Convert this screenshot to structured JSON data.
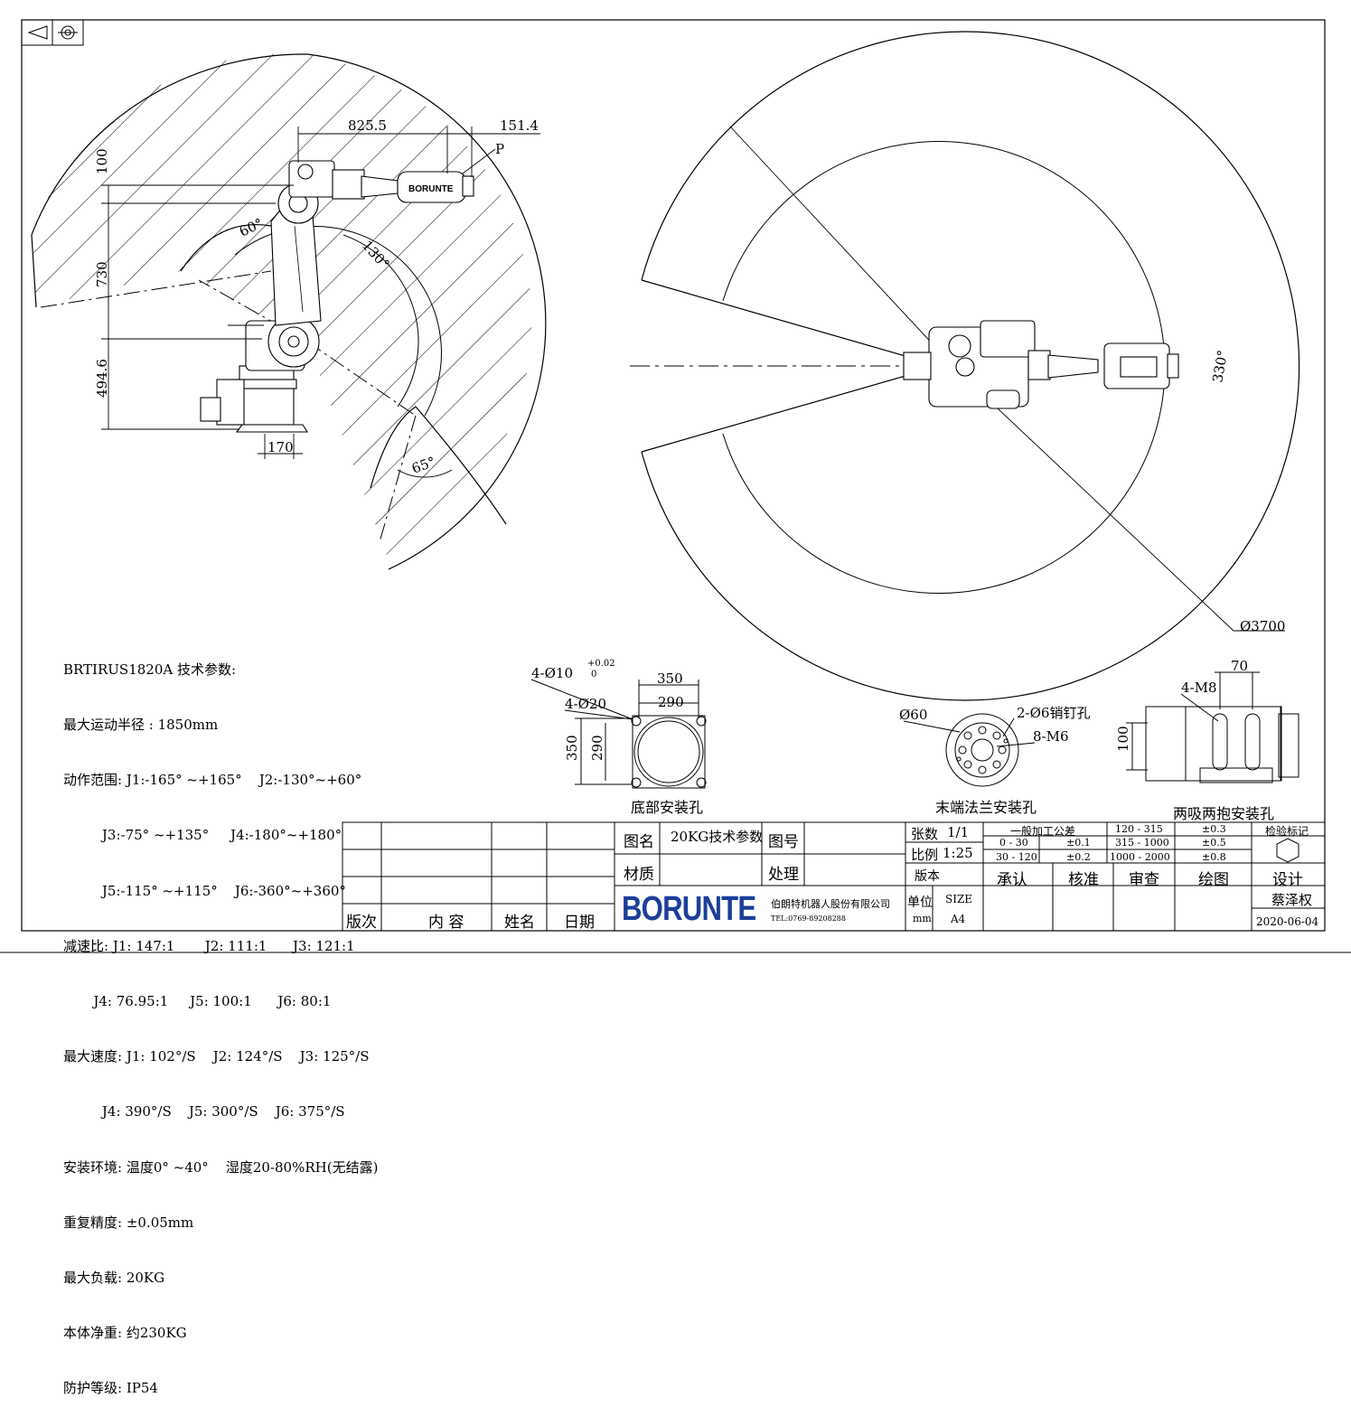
{
  "top_view_dims": {
    "reach_x": "825.5",
    "wrist_x": "151.4",
    "point_label": "P",
    "offset_100": "100",
    "height_730": "730",
    "height_4946": "494.6",
    "base_170": "170",
    "angle_60": "60°",
    "angle_130": "130°",
    "angle_65": "65°"
  },
  "plan_view_dims": {
    "angle_330": "330°",
    "diameter_3700": "Ø3700"
  },
  "specs": {
    "title": "BRTIRUS1820A 技术参数:",
    "lines": [
      "最大运动半径 : 1850mm",
      "动作范围: J1:-165° ~+165°    J2:-130°~+60°",
      "         J3:-75° ~+135°     J4:-180°~+180°",
      "         J5:-115° ~+115°    J6:-360°~+360°",
      "减速比: J1: 147:1       J2: 111:1      J3: 121:1",
      "       J4: 76.95:1     J5: 100:1      J6: 80:1",
      "最大速度: J1: 102°/S    J2: 124°/S    J3: 125°/S",
      "         J4: 390°/S    J5: 300°/S    J6: 375°/S",
      "安装环境: 温度0° ~40°    湿度20-80%RH(无结露)",
      "重复精度: ±0.05mm",
      "最大负载: 20KG",
      "本体净重: 约230KG",
      "防护等级: IP54"
    ]
  },
  "base_mount": {
    "caption": "底部安装孔",
    "hole1": "4-Ø10",
    "hole1_tol_upper": "+0.02",
    "hole1_tol_lower": "0",
    "hole2": "4-Ø20",
    "w350": "350",
    "w290": "290",
    "h350": "350",
    "h290": "290"
  },
  "flange_mount": {
    "caption": "末端法兰安装孔",
    "diameter": "Ø60",
    "pin_holes": "2-Ø6销钉孔",
    "threads": "8-M6"
  },
  "suction_mount": {
    "caption": "两吸两抱安装孔",
    "threads": "4-M8",
    "w70": "70",
    "h100": "100"
  },
  "title_block": {
    "rev_headers": [
      "版次",
      "内 容",
      "姓名",
      "日期"
    ],
    "drawing_name_label": "图名",
    "drawing_name": "20KG技术参数",
    "drawing_no_label": "图号",
    "material_label": "材质",
    "treatment_label": "处理",
    "company_logo": "BORUNTE",
    "company_name": "伯朗特机器人股份有限公司",
    "company_tel": "TEL:0769-89208288",
    "sheets_label": "张数",
    "sheets_value": "1/1",
    "scale_label": "比例",
    "scale_value": "1:25",
    "version_label": "版本",
    "unit_label": "单位",
    "unit_value": "mm",
    "size_label": "SIZE",
    "size_value": "A4",
    "tolerance_title": "一般加工公差",
    "tolerances": [
      [
        "0 - 30",
        "±0.1",
        "120 - 315",
        "±0.3"
      ],
      [
        "30 - 120",
        "±0.2",
        "315 - 1000",
        "±0.5"
      ],
      [
        "",
        "",
        "1000 - 2000",
        "±0.8"
      ]
    ],
    "inspection_label": "检验标记",
    "roles": [
      "承认",
      "核准",
      "审查",
      "绘图",
      "设计"
    ],
    "designer": "蔡泽权",
    "date": "2020-06-04"
  }
}
